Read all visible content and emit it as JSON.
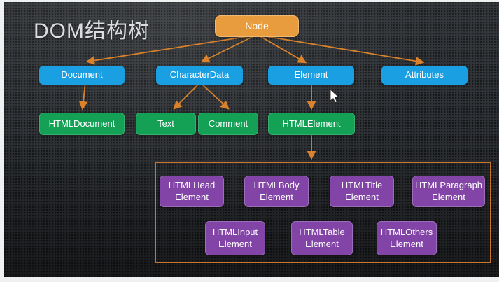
{
  "title": "DOM结构树",
  "tree": {
    "root": {
      "label": "Node"
    },
    "level2": [
      {
        "label": "Document"
      },
      {
        "label": "CharacterData"
      },
      {
        "label": "Element"
      },
      {
        "label": "Attributes"
      }
    ],
    "level3": [
      {
        "label": "HTMLDocument"
      },
      {
        "label": "Text"
      },
      {
        "label": "Comment"
      },
      {
        "label": "HTMLElement"
      }
    ],
    "element_group": {
      "row1": [
        {
          "line1": "HTMLHead",
          "line2": "Element"
        },
        {
          "line1": "HTMLBody",
          "line2": "Element"
        },
        {
          "line1": "HTMLTitle",
          "line2": "Element"
        },
        {
          "line1": "HTMLParagraph",
          "line2": "Element"
        }
      ],
      "row2": [
        {
          "line1": "HTMLInput",
          "line2": "Element"
        },
        {
          "line1": "HTMLTable",
          "line2": "Element"
        },
        {
          "line1": "HTMLOthers",
          "line2": "Element"
        }
      ]
    }
  },
  "colors": {
    "node_fill": "#e89c3e",
    "class_fill": "#1a9fe3",
    "subclass_fill": "#14a156",
    "element_fill": "#8244a6",
    "connector": "#d9822b",
    "container_border": "#c9762c"
  }
}
